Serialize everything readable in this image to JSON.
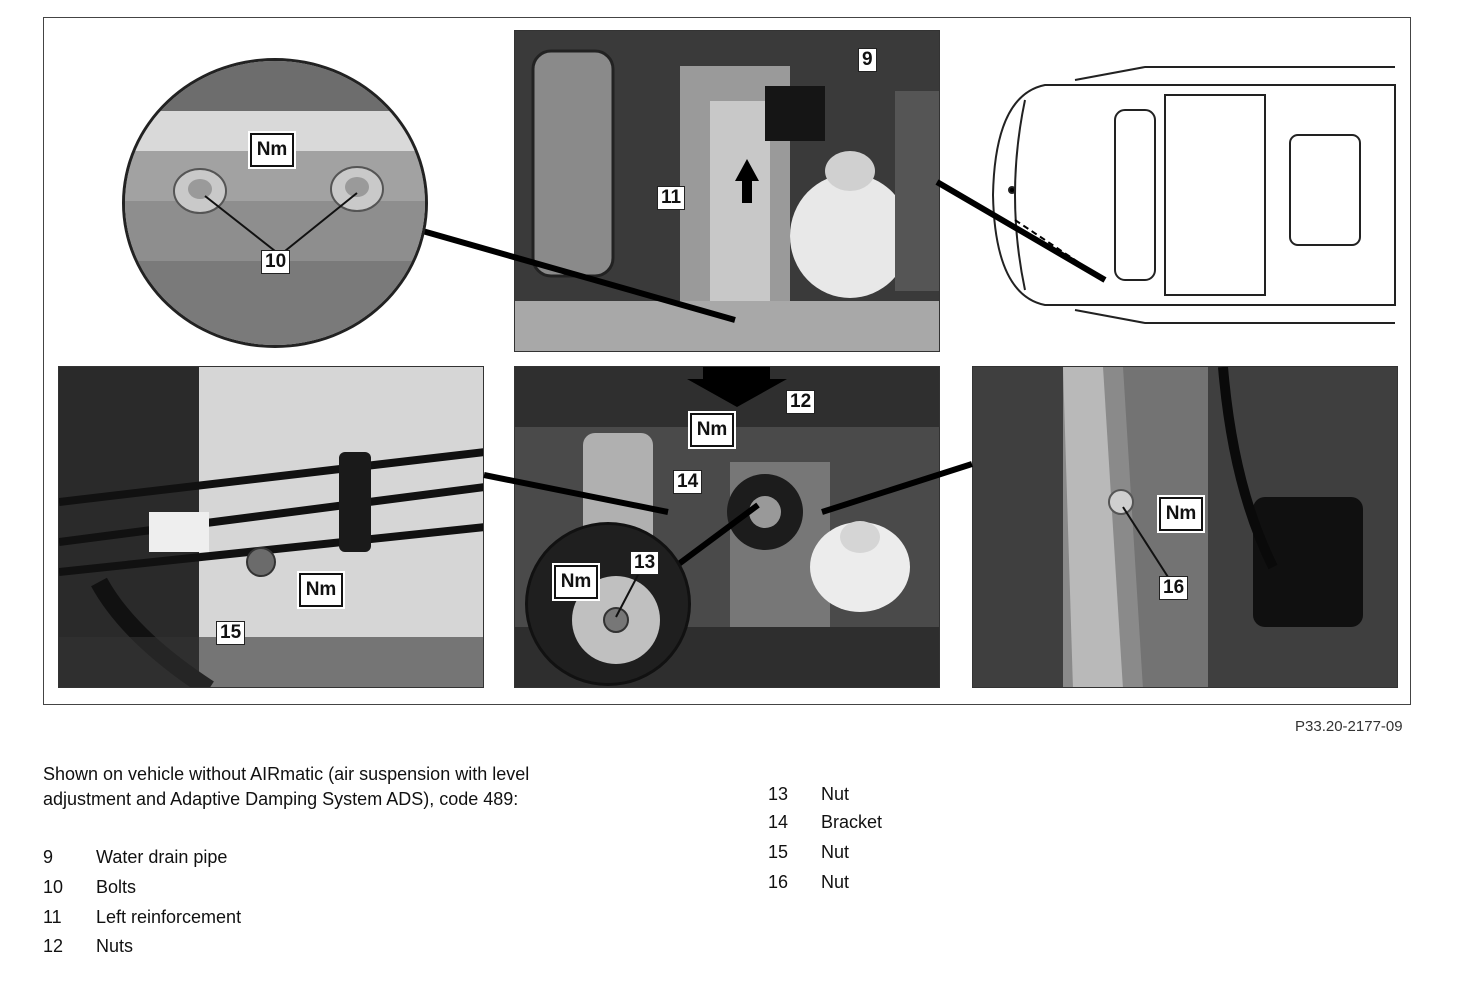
{
  "figure": {
    "callouts": [
      "9",
      "10",
      "11",
      "12",
      "13",
      "14",
      "15",
      "16"
    ],
    "torque_symbol": "Nm",
    "reference_code": "P33.20-2177-09"
  },
  "caption": "Shown on vehicle without AIRmatic (air suspension with level adjustment and Adaptive Damping System ADS), code 489:",
  "legend_left": [
    {
      "num": "9",
      "label": "Water drain pipe"
    },
    {
      "num": "10",
      "label": "Bolts"
    },
    {
      "num": "11",
      "label": "Left reinforcement"
    },
    {
      "num": "12",
      "label": "Nuts"
    }
  ],
  "legend_right": [
    {
      "num": "13",
      "label": "Nut"
    },
    {
      "num": "14",
      "label": "Bracket"
    },
    {
      "num": "15",
      "label": "Nut"
    },
    {
      "num": "16",
      "label": "Nut"
    }
  ]
}
